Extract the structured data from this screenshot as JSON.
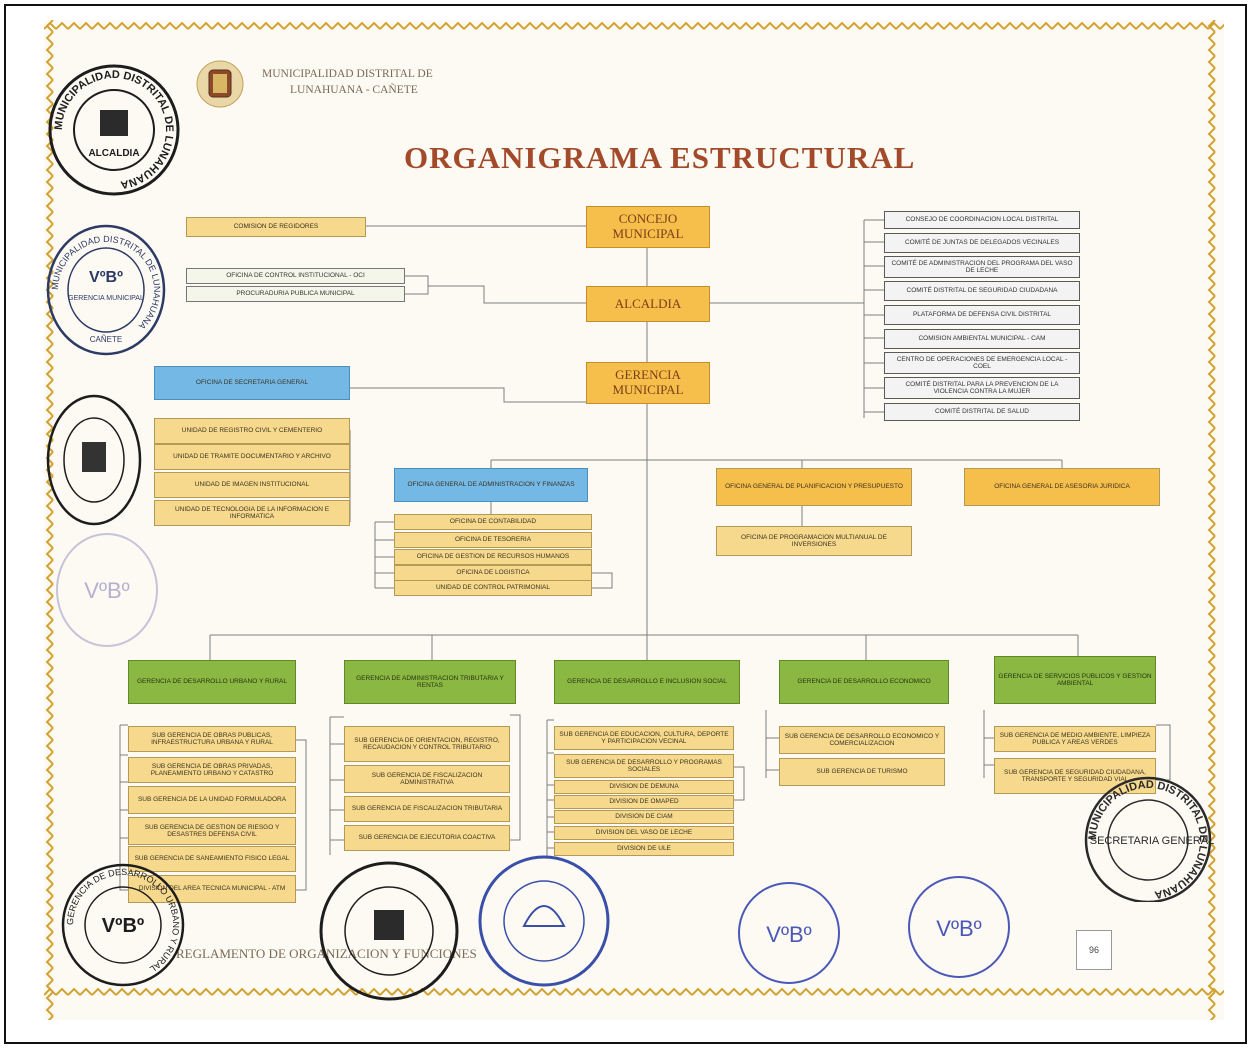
{
  "header": {
    "line1": "MUNICIPALIDAD DISTRITAL DE",
    "line2": "LUNAHUANA - CAÑETE"
  },
  "title": "ORGANIGRAMA ESTRUCTURAL",
  "top": {
    "concejo": "CONCEJO MUNICIPAL",
    "alcaldia": "ALCALDIA",
    "gerencia": "GERENCIA MUNICIPAL",
    "comision": "COMISION DE REGIDORES",
    "oci": "OFICINA DE CONTROL INSTITUCIONAL - OCI",
    "procuraduria": "PROCURADURIA PUBLICA MUNICIPAL"
  },
  "comites": [
    "CONSEJO DE COORDINACION LOCAL DISTRITAL",
    "COMITÉ DE JUNTAS DE DELEGADOS VECINALES",
    "COMITÉ DE ADMINISTRACION DEL PROGRAMA DEL VASO DE LECHE",
    "COMITÉ DISTRITAL DE SEGURIDAD CIUDADANA",
    "PLATAFORMA DE DEFENSA CIVIL DISTRITAL",
    "COMISION AMBIENTAL MUNICIPAL - CAM",
    "CENTRO DE OPERACIONES DE EMERGENCIA LOCAL - COEL",
    "COMITÉ DISTRITAL PARA LA PREVENCION DE LA VIOLENCIA CONTRA LA MUJER",
    "COMITÉ DISTRITAL DE SALUD"
  ],
  "secretaria": {
    "name": "OFICINA DE SECRETARIA GENERAL",
    "units": [
      "UNIDAD DE REGISTRO CIVIL Y CEMENTERIO",
      "UNIDAD DE TRAMITE DOCUMENTARIO Y ARCHIVO",
      "UNIDAD DE IMAGEN INSTITUCIONAL",
      "UNIDAD DE TECNOLOGIA DE LA INFORMACION E INFORMATICA"
    ]
  },
  "administracion": {
    "name": "OFICINA GENERAL DE ADMINISTRACION Y FINANZAS",
    "units": [
      "OFICINA DE CONTABILIDAD",
      "OFICINA DE TESORERIA",
      "OFICINA DE GESTION DE RECURSOS HUMANOS",
      "OFICINA DE LOGISTICA",
      "UNIDAD DE CONTROL PATRIMONIAL"
    ]
  },
  "planificacion": {
    "name": "OFICINA GENERAL DE PLANIFICACION Y PRESUPUESTO",
    "units": [
      "OFICINA DE PROGRAMACION MULTIANUAL DE INVERSIONES"
    ]
  },
  "asesoria": {
    "name": "OFICINA GENERAL DE ASESORIA JURIDICA"
  },
  "gerencias": [
    {
      "name": "GERENCIA DE DESARROLLO URBANO Y RURAL",
      "subs": [
        "SUB GERENCIA DE OBRAS PUBLICAS, INFRAESTRUCTURA URBANA Y RURAL",
        "SUB GERENCIA DE OBRAS PRIVADAS, PLANEAMIENTO URBANO Y CATASTRO",
        "SUB GERENCIA DE LA UNIDAD FORMULADORA",
        "SUB GERENCIA DE GESTION DE RIESGO Y DESASTRES DEFENSA CIVIL",
        "SUB GERENCIA DE SANEAMIENTO FISICO LEGAL",
        "DIVISION DEL AREA TECNICA MUNICIPAL - ATM"
      ]
    },
    {
      "name": "GERENCIA DE ADMINISTRACION TRIBUTARIA Y RENTAS",
      "subs": [
        "SUB GERENCIA DE ORIENTACION, REGISTRO, RECAUDACION Y CONTROL TRIBUTARIO",
        "SUB GERENCIA DE FISCALIZACION ADMINISTRATIVA",
        "SUB GERENCIA DE FISCALIZACION TRIBUTARIA",
        "SUB GERENCIA DE EJECUTORIA COACTIVA"
      ]
    },
    {
      "name": "GERENCIA DE DESARROLLO E INCLUSION SOCIAL",
      "subs": [
        "SUB GERENCIA DE EDUCACION, CULTURA, DEPORTE Y PARTICIPACION VECINAL",
        "SUB GERENCIA DE DESARROLLO Y PROGRAMAS SOCIALES",
        "DIVISION DE DEMUNA",
        "DIVISION DE OMAPED",
        "DIVISION DE CIAM",
        "DIVISION DEL VASO DE LECHE",
        "DIVISION DE ULE"
      ]
    },
    {
      "name": "GERENCIA DE DESARROLLO ECONOMICO",
      "subs": [
        "SUB GERENCIA DE DESARROLLO ECONOMICO Y COMERCIALIZACION",
        "SUB GERENCIA DE TURISMO"
      ]
    },
    {
      "name": "GERENCIA DE SERVICIOS PUBLICOS Y GESTION AMBIENTAL",
      "subs": [
        "SUB GERENCIA DE MEDIO AMBIENTE, LIMPIEZA PUBLICA Y AREAS VERDES",
        "SUB GERENCIA DE SEGURIDAD CIUDADANA, TRANSPORTE Y SEGURIDAD VIAL"
      ]
    }
  ],
  "footer": "REGLAMENTO DE ORGANIZACION Y FUNCIONES",
  "page_number": "96",
  "seals": {
    "alcaldia": {
      "ring": "MUNICIPALIDAD DISTRITAL DE LUNAHUANA",
      "center": "ALCALDIA"
    },
    "gerencia": {
      "ring": "MUNICIPALIDAD DISTRITAL DE LUNAHUANA",
      "center": "GERENCIA MUNICIPAL",
      "vb": "VºBº",
      "bottom": "CAÑETE"
    },
    "secretaria": {
      "ring": "MUNICIPALIDAD DISTRITAL DE LUNAHUANA",
      "center": "SECRETARIA GENERAL"
    },
    "desarrollo": {
      "ring": "GERENCIA DE DESARROLLO URBANO Y RURAL",
      "vb": "VºBº"
    },
    "vb_light": {
      "vb": "VºBº"
    },
    "vb_blue1": {
      "vb": "VºBº"
    },
    "vb_blue2": {
      "vb": "VºBº"
    }
  },
  "colors": {
    "orange": "#f6be4b",
    "yellow": "#f6d98d",
    "blue": "#74b8e6",
    "green": "#8ab843",
    "title": "#a24a2a"
  }
}
